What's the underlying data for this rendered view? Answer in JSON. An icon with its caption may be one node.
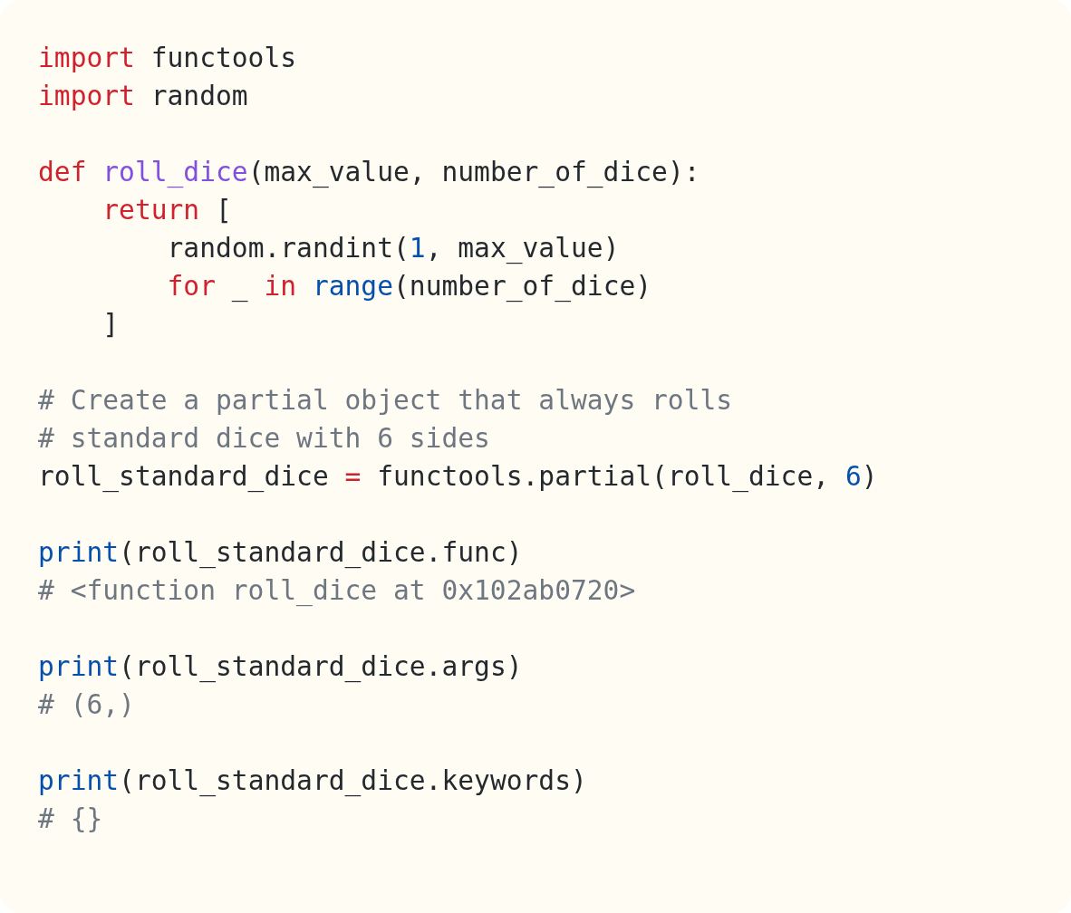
{
  "diagram": {
    "labels": [
      "import functools",
      "import random",
      "def roll_dice(max_value, number_of_dice):",
      "return [",
      "random.randint(1, max_value)",
      "for _ in range(number_of_dice)",
      "]",
      "# Create a partial object that always rolls",
      "# standard dice with 6 sides",
      "roll_standard_dice = functools.partial(roll_dice, 6)",
      "print(roll_standard_dice.func)",
      "# <function roll_dice at 0x102ab0720>",
      "print(roll_standard_dice.args)",
      "# (6,)",
      "print(roll_standard_dice.keywords)",
      "# {}"
    ]
  }
}
